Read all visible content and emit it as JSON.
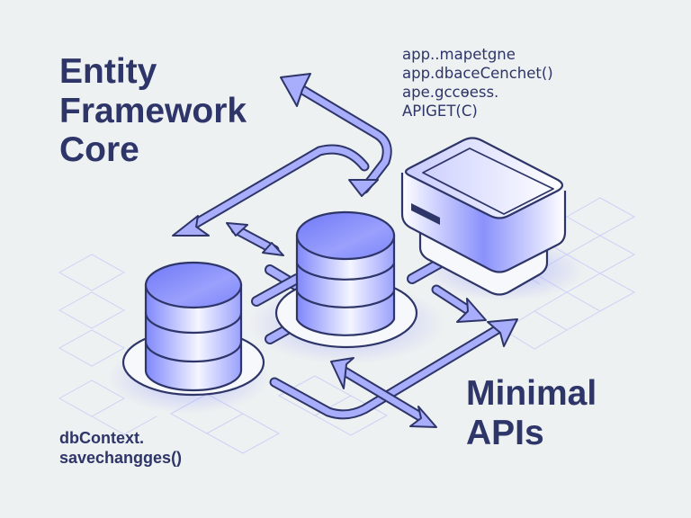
{
  "colors": {
    "background": "#eef1f1",
    "ink": "#2e3569",
    "accent": "#7b83fb",
    "accent_light": "#a9aefc",
    "grid": "#cdd2f7",
    "glow": "#8f95ff"
  },
  "labels": {
    "entity_framework": [
      "Entity",
      "Framework",
      "Core"
    ],
    "minimal_apis": [
      "Minimal",
      "APIs"
    ]
  },
  "code_snippets": {
    "top_right": [
      "app..mapetgne",
      "app.dbaceCenchet()",
      "ape.gccɵess.",
      "APIGET(C)"
    ],
    "bottom_left": [
      "dbContext.",
      "savechangges()"
    ]
  },
  "nodes": [
    {
      "id": "database-left",
      "kind": "database-cylinder"
    },
    {
      "id": "database-center",
      "kind": "database-cylinder"
    },
    {
      "id": "server-box",
      "kind": "server-device"
    }
  ],
  "connections": [
    {
      "id": "arrow-top-double",
      "from": "title-area",
      "to": "database-center",
      "style": "double-headed bent"
    },
    {
      "id": "arrow-long-left",
      "from": "database-center",
      "to": "database-left",
      "style": "bent"
    },
    {
      "id": "arrow-short-double",
      "from": "database-left",
      "to": "database-center",
      "style": "double-headed"
    },
    {
      "id": "arrow-to-apis",
      "from": "server-box",
      "to": "minimal-apis",
      "style": "single"
    },
    {
      "id": "arrow-loop-apis",
      "from": "database-left",
      "to": "minimal-apis",
      "style": "bent"
    },
    {
      "id": "arrow-bottom-double",
      "from": "database-center",
      "to": "minimal-apis",
      "style": "double-headed"
    }
  ]
}
